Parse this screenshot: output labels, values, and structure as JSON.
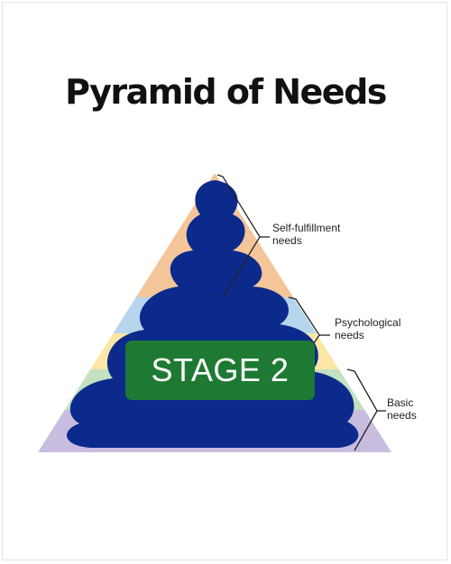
{
  "title": "Pyramid of Needs",
  "levels": [
    {
      "label_line1": "Self-fulfillment",
      "label_line2": "needs"
    },
    {
      "label_line1": "Psychological",
      "label_line2": "needs"
    },
    {
      "label_line1": "Basic",
      "label_line2": "needs"
    }
  ],
  "overlay": {
    "stamp_text": "STAGE 2"
  },
  "colors": {
    "tier_top": "#f5c59a",
    "tier_blue": "#b7d6ee",
    "tier_yellow": "#fbe6a6",
    "tier_green": "#c4e2c2",
    "tier_purple": "#c9bddf",
    "scribble": "#0c2a8c",
    "stamp": "#1e7a32"
  }
}
